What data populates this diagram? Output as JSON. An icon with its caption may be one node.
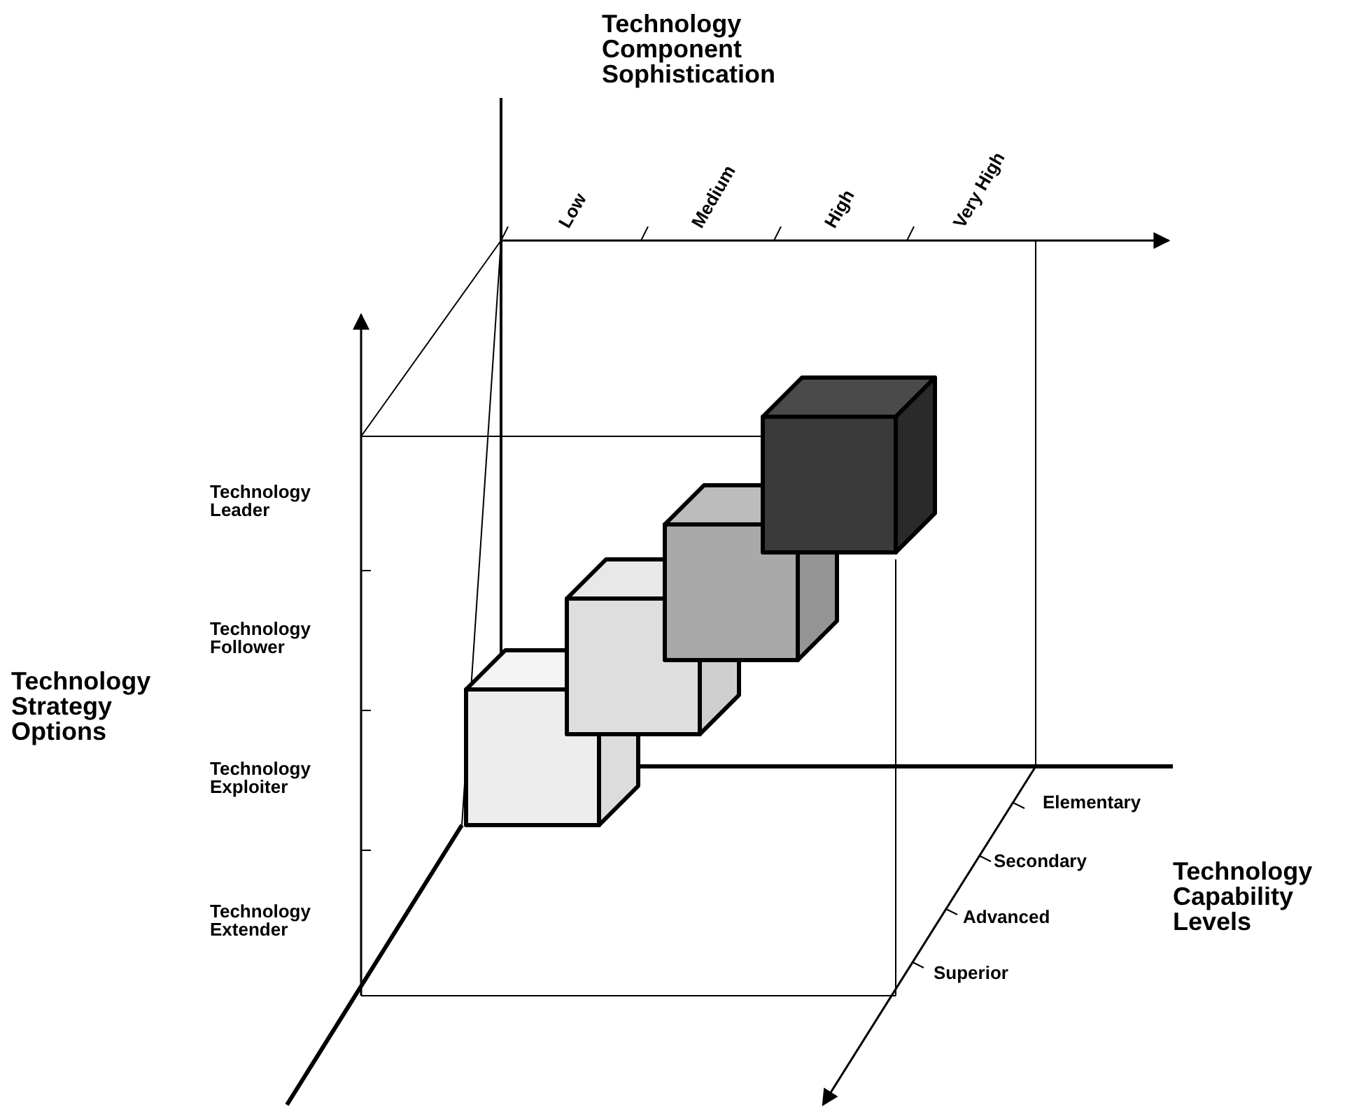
{
  "diagram": {
    "labels": [
      "Technology Component Sophistication",
      "Low",
      "Medium",
      "High",
      "Very High",
      "Technology Leader",
      "Technology Follower",
      "Technology Strategy Options",
      "Technology Exploiter",
      "Elementary",
      "Secondary",
      "Technology Capability Levels",
      "Advanced",
      "Technology Extender",
      "Superior"
    ]
  }
}
